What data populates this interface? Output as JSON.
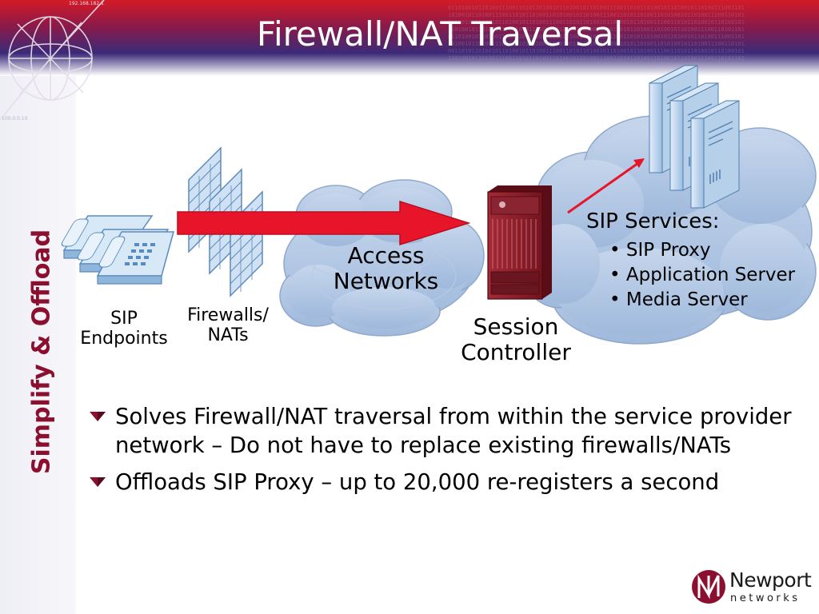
{
  "slide": {
    "title": "Firewall/NAT Traversal",
    "side_label": "Simplify & Offload"
  },
  "diagram": {
    "sip_endpoints": "SIP Endpoints",
    "firewalls": "Firewalls/ NATs",
    "access_networks": "Access Networks",
    "session_controller": "Session Controller",
    "sip_services": {
      "title": "SIP Services:",
      "items": [
        "SIP Proxy",
        "Application Server",
        "Media Server"
      ]
    }
  },
  "bullets": [
    "Solves Firewall/NAT traversal from within the service provider network – Do not have to replace existing firewalls/NATs",
    "Offloads SIP Proxy – up to 20,000 re-registers a second"
  ],
  "brand": {
    "name": "Newport",
    "sub": "networks"
  },
  "decor": {
    "header_ip_top": "192.168.182.1",
    "header_ip_left": "100.0.0.10",
    "arrow_color": "#e8142a",
    "cloud_color": "#a8c0e0",
    "equipment_color": "#8e1a28",
    "title_bar_red": "#d41a26",
    "title_bar_blue": "#3a2a78"
  }
}
